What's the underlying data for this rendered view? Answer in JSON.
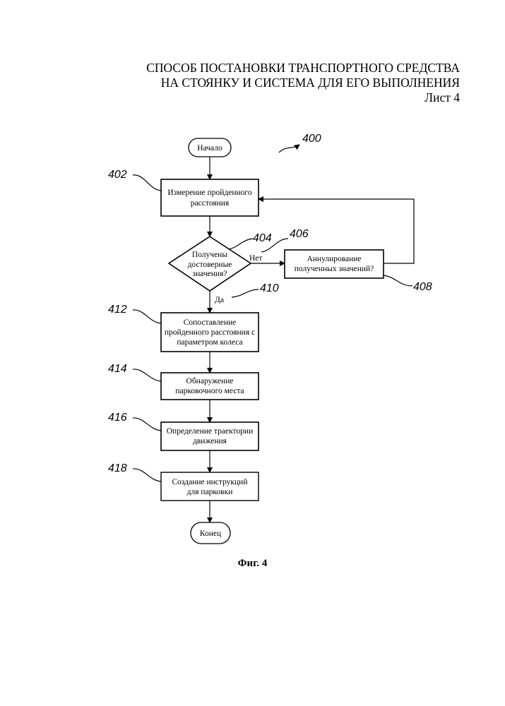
{
  "header": {
    "title_line1": "СПОСОБ ПОСТАНОВКИ ТРАНСПОРТНОГО СРЕДСТВА",
    "title_line2": "НА СТОЯНКУ И СИСТЕМА ДЛЯ ЕГО ВЫПОЛНЕНИЯ",
    "sheet": "Лист 4"
  },
  "diagram": {
    "ref_main": "400",
    "start": "Начало",
    "end": "Конец",
    "steps": {
      "s402": {
        "ref": "402",
        "line1": "Измерение пройденного",
        "line2": "расстояния"
      },
      "s404": {
        "ref": "404",
        "line1": "Получены",
        "line2": "достоверные",
        "line3": "значения?"
      },
      "s408": {
        "ref": "408",
        "line1": "Аннулирование",
        "line2": "полученных значений?"
      },
      "s412": {
        "ref": "412",
        "line1": "Сопоставление",
        "line2": "пройденного расстояния с",
        "line3": "параметром колеса"
      },
      "s414": {
        "ref": "414",
        "line1": "Обнаружение",
        "line2": "парковочного места"
      },
      "s416": {
        "ref": "416",
        "line1": "Определение траектории",
        "line2": "движения"
      },
      "s418": {
        "ref": "418",
        "line1": "Создание инструкций",
        "line2": "для парковки"
      }
    },
    "no_label": "Нет",
    "no_ref": "406",
    "yes_label": "Да",
    "yes_ref": "410"
  },
  "caption": "Фиг. 4"
}
